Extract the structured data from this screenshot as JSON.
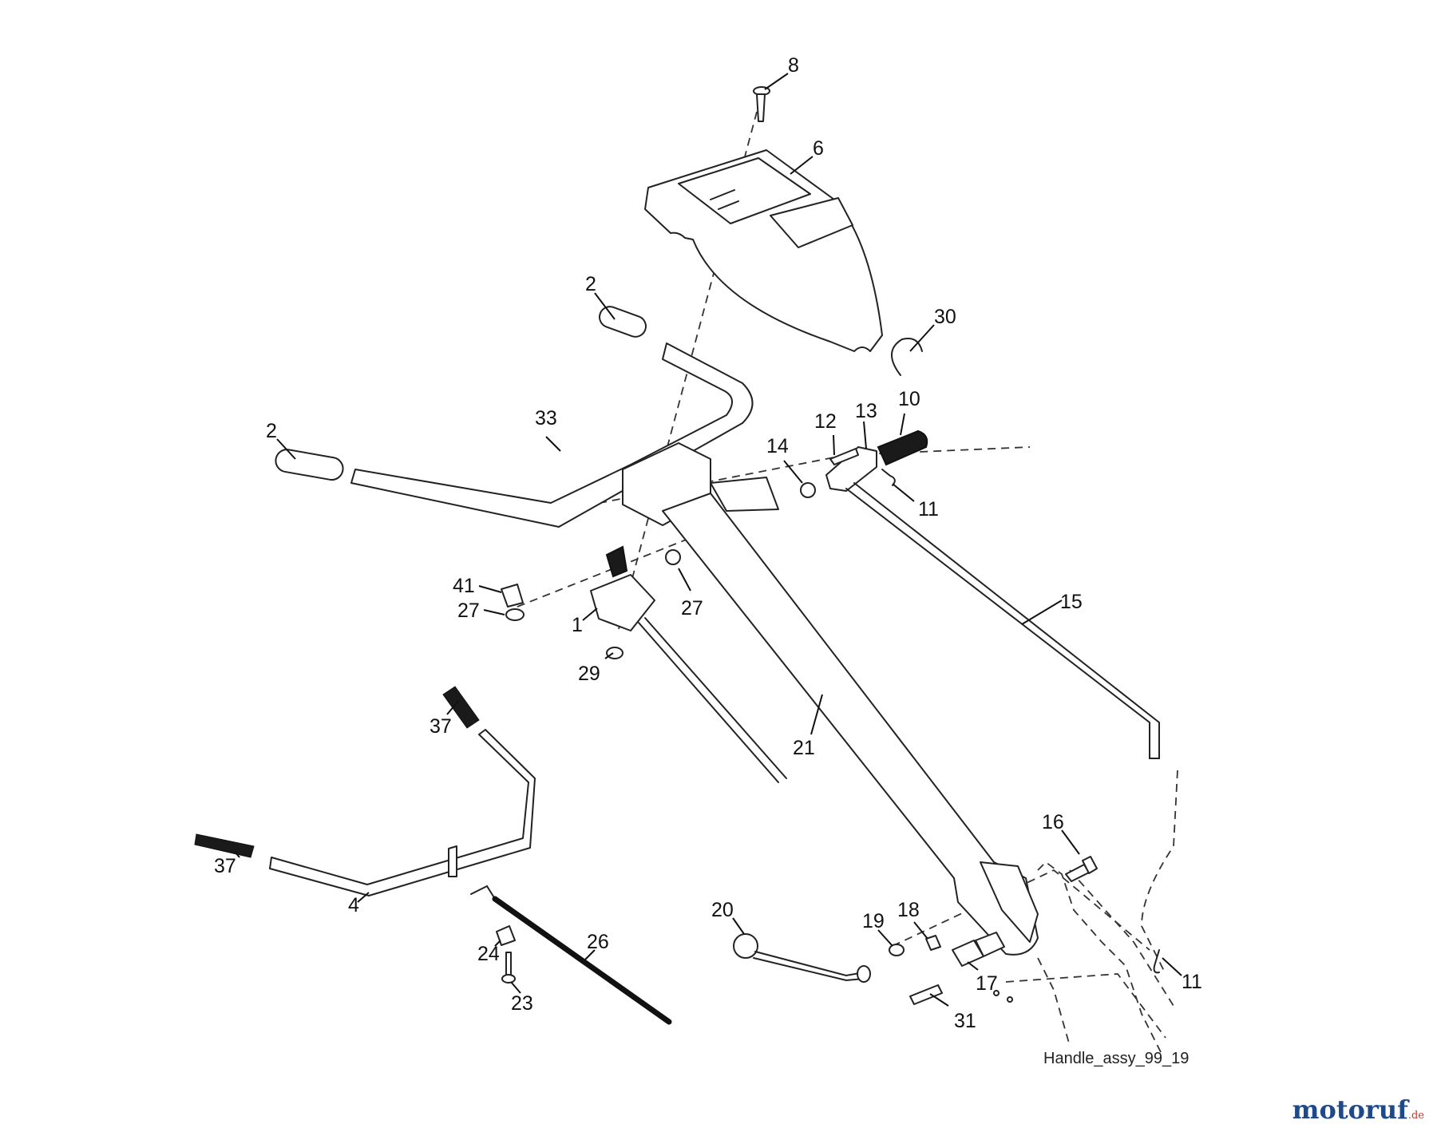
{
  "caption": "Handle_assy_99_19",
  "logo": {
    "name": "motoruf",
    "tld": ".de",
    "accent_color": "#c0392b",
    "brand_color": "#1f4a8a"
  },
  "callouts": [
    {
      "id": "c8",
      "text": "8"
    },
    {
      "id": "c6",
      "text": "6"
    },
    {
      "id": "c2a",
      "text": "2"
    },
    {
      "id": "c30",
      "text": "30"
    },
    {
      "id": "c2b",
      "text": "2"
    },
    {
      "id": "c33",
      "text": "33"
    },
    {
      "id": "c10",
      "text": "10"
    },
    {
      "id": "c13",
      "text": "13"
    },
    {
      "id": "c12",
      "text": "12"
    },
    {
      "id": "c14",
      "text": "14"
    },
    {
      "id": "c11a",
      "text": "11"
    },
    {
      "id": "c41",
      "text": "41"
    },
    {
      "id": "c27a",
      "text": "27"
    },
    {
      "id": "c27b",
      "text": "27"
    },
    {
      "id": "c1",
      "text": "1"
    },
    {
      "id": "c15",
      "text": "15"
    },
    {
      "id": "c29",
      "text": "29"
    },
    {
      "id": "c37a",
      "text": "37"
    },
    {
      "id": "c21",
      "text": "21"
    },
    {
      "id": "c37b",
      "text": "37"
    },
    {
      "id": "c16",
      "text": "16"
    },
    {
      "id": "c4",
      "text": "4"
    },
    {
      "id": "c20",
      "text": "20"
    },
    {
      "id": "c18",
      "text": "18"
    },
    {
      "id": "c19",
      "text": "19"
    },
    {
      "id": "c26",
      "text": "26"
    },
    {
      "id": "c24",
      "text": "24"
    },
    {
      "id": "c17",
      "text": "17"
    },
    {
      "id": "c11b",
      "text": "11"
    },
    {
      "id": "c23",
      "text": "23"
    },
    {
      "id": "c31",
      "text": "31"
    }
  ]
}
